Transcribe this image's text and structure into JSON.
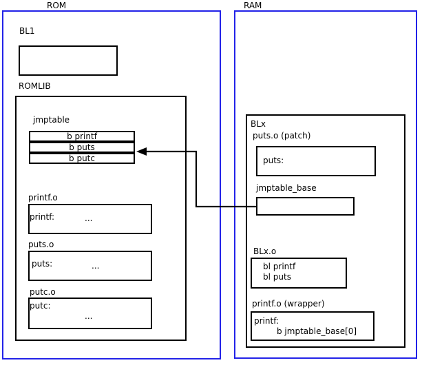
{
  "diagram": {
    "regions": [
      {
        "name": "ROM",
        "label": "ROM"
      },
      {
        "name": "RAM",
        "label": "RAM"
      }
    ]
  },
  "rom": {
    "title": "ROM",
    "bl1": {
      "label": "BL1",
      "body": ""
    },
    "romlib": {
      "label": "ROMLIB",
      "jmptable": {
        "label": "jmptable",
        "entries": [
          {
            "text": "b printf"
          },
          {
            "text": "b puts"
          },
          {
            "text": "b putc"
          }
        ]
      },
      "objects": [
        {
          "label": "printf.o",
          "symbol": "printf:",
          "body": "..."
        },
        {
          "label": "puts.o",
          "symbol": "puts:",
          "body": "..."
        },
        {
          "label": "putc.o",
          "symbol": "putc:",
          "body": "..."
        }
      ]
    }
  },
  "ram": {
    "title": "RAM",
    "blx": {
      "label": "BLx",
      "puts_patch": {
        "label": "puts.o (patch)",
        "symbol": "puts:"
      },
      "jmptable_base": {
        "label": "jmptable_base",
        "body": ""
      },
      "blx_o": {
        "label": "BLx.o",
        "line1": "bl printf",
        "line2": "bl puts"
      },
      "printf_wrapper": {
        "label": "printf.o (wrapper)",
        "symbol": "printf:",
        "instruction": "b jmptable_base[0]"
      }
    }
  },
  "connector": {
    "name": "jmptable-base-to-b-puts-arrow",
    "description": "arrow from jmptable_base to b puts entry"
  },
  "colors": {
    "region_border": "#2222e8",
    "box_border": "#000000",
    "background": "#ffffff",
    "text": "#000000"
  }
}
